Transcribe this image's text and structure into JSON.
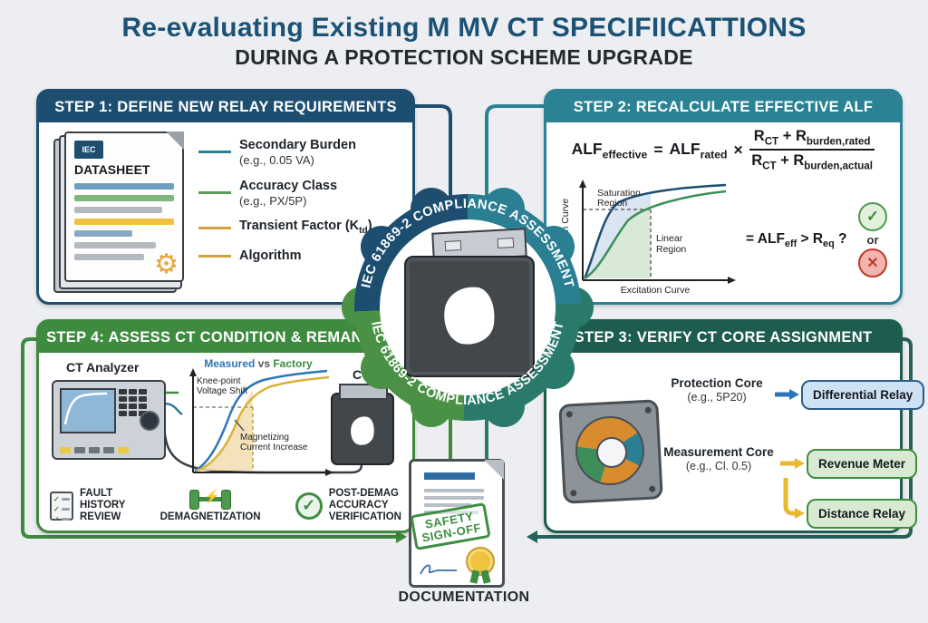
{
  "title": {
    "line1": "Re-evaluating Existing M MV CT SPECIFIICATTIONS",
    "line2": "DURING A PROTECTION SCHEME UPGRADE"
  },
  "center": {
    "ring_text_top": "IEC 61869-2 COMPLIANCE ASSESSMENT",
    "ring_text_bottom": "IEC 61869-2 COMPLIANCE ASSESSMENT"
  },
  "step1": {
    "header": "STEP 1: DEFINE NEW RELAY REQUIREMENTS",
    "datasheet_logo": "IEC",
    "datasheet_title": "DATASHEET",
    "items": [
      {
        "title": "Secondary Burden",
        "subtitle": "(e.g., 0.05 VA)"
      },
      {
        "title": "Accuracy Class",
        "subtitle": "(e.g., PX/5P)"
      },
      {
        "pre": "Transient Factor (K",
        "sub": "td",
        "post": ")"
      },
      {
        "title": "Algorithm"
      }
    ]
  },
  "step2": {
    "header": "STEP 2: RECALCULATE EFFECTIVE ALF",
    "formula": {
      "lhs": "ALF",
      "lhs_sub": "effective",
      "equals": "=",
      "rhs": "ALF",
      "rhs_sub": "rated",
      "times": "×",
      "num_a": "R",
      "num_a_sub": "CT",
      "num_plus": "+",
      "num_b": "R",
      "num_b_sub": "burden,rated",
      "den_a": "R",
      "den_a_sub": "CT",
      "den_plus": "+",
      "den_b": "R",
      "den_b_sub": "burden,actual"
    },
    "graph": {
      "y_label": "Excitation Curve",
      "x_label": "Excitation Curve",
      "saturation_1": "Saturation",
      "saturation_2": "Region",
      "linear_1": "Linear",
      "linear_2": "Region"
    },
    "condition": {
      "pre": "= ALF",
      "pre_sub": "eff",
      "mid": " > R",
      "mid_sub": "eq",
      "post": " ?",
      "or": "or"
    }
  },
  "step3": {
    "header": "STEP 3: VERIFY CT CORE ASSIGNMENT",
    "protection_title": "Protection Core",
    "protection_subtitle": "(e.g., 5P20)",
    "protection_target": "Differential Relay",
    "measurement_title": "Measurement Core",
    "measurement_subtitle": "(e.g., Cl. 0.5)",
    "measurement_target_1": "Revenue Meter",
    "measurement_target_2": "Distance Relay"
  },
  "step4": {
    "header": "STEP 4: ASSESS CT CONDITION & REMANENCE",
    "analyzer_label": "CT Analyzer",
    "ct_label": "CT",
    "graph": {
      "measured": "Measured",
      "vs": " vs ",
      "factory": "Factory",
      "knee_1": "Knee-point",
      "knee_2": "Voltage Shift",
      "mag_1": "Magnetizing",
      "mag_2": "Current Increase"
    },
    "footer": {
      "fault": "FAULT\nHISTORY\nREVIEW",
      "demag": "DEMAGNETIZATION",
      "postdemag": "POST-DEMAG\nACCURACY\nVERIFICATION"
    }
  },
  "documentation": {
    "stamp_1": "SAFETY",
    "stamp_2": "SIGN-OFF",
    "label": "DOCUMENTATION"
  },
  "icons": {
    "gear": "⚙",
    "check": "✓",
    "cross": "✕",
    "bolt": "⚡"
  },
  "colors": {
    "navy": "#1d4e70",
    "teal": "#2a8294",
    "teal_green": "#2a7a6b",
    "green": "#3e8a3f",
    "dark_green": "#1e5c50",
    "yellow_accent": "#e8b830",
    "blue_arrow": "#2e75b6",
    "red": "#c0392b",
    "gold": "#eec43f"
  }
}
